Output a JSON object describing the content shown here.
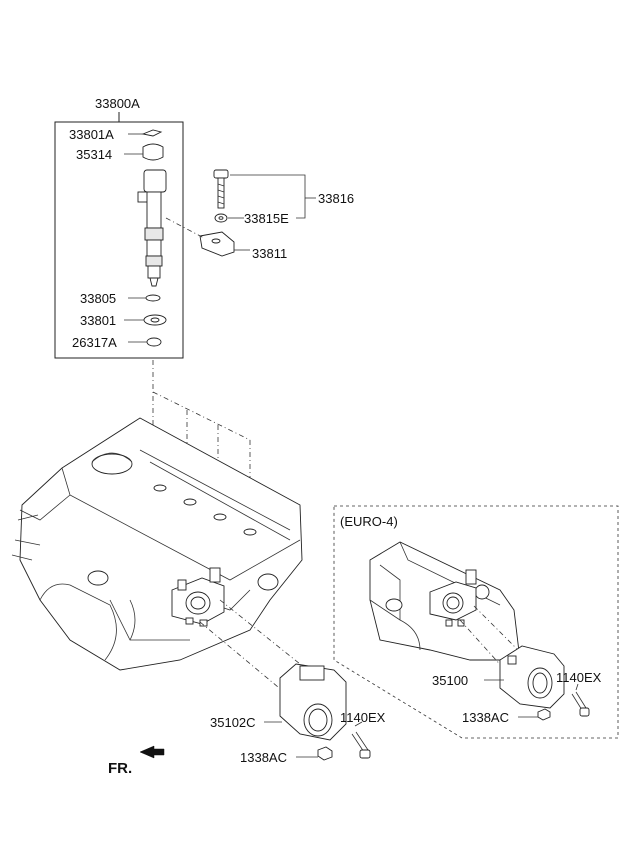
{
  "labels": {
    "injector_assy": "33800A",
    "clip": "33801A",
    "connector": "35314",
    "o_ring": "33805",
    "washer": "33801",
    "seal": "26317A",
    "bolt_set": "33816",
    "bolt_washer": "33815E",
    "clamp": "33811",
    "throttle_body": "35102C",
    "throttle_body_euro": "35100",
    "bolt_main": "1140EX",
    "nut_main": "1338AC",
    "bolt_euro": "1140EX",
    "nut_euro": "1338AC"
  },
  "euro_caption": "(EURO-4)",
  "front_indicator": "FR."
}
